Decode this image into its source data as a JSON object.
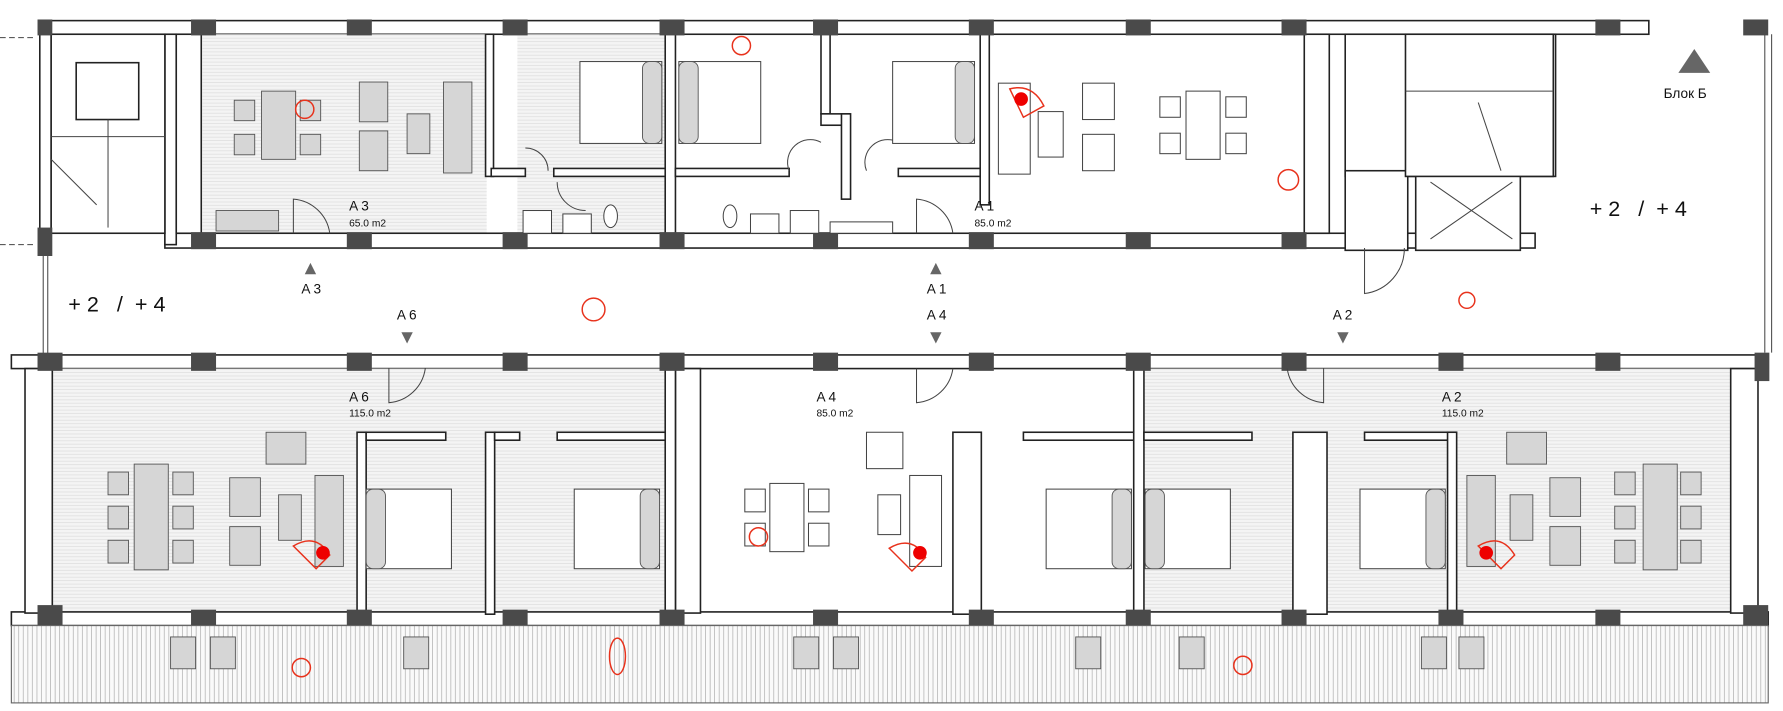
{
  "block": {
    "label": "Блок Б"
  },
  "levels": {
    "left": "+ 2   /  + 4",
    "right": "+ 2   /  + 4"
  },
  "apartments": [
    {
      "id": "A 3",
      "area": "65.0 m2"
    },
    {
      "id": "A 1",
      "area": "85.0 m2"
    },
    {
      "id": "A 6",
      "area": "115.0 m2"
    },
    {
      "id": "A 4",
      "area": "85.0 m2"
    },
    {
      "id": "A 2",
      "area": "115.0 m2"
    }
  ],
  "entrances": [
    {
      "label": "A 3",
      "direction": "up"
    },
    {
      "label": "A 1",
      "direction": "up"
    },
    {
      "label": "A 6",
      "direction": "down"
    },
    {
      "label": "A 4",
      "direction": "down"
    },
    {
      "label": "A 2",
      "direction": "down"
    }
  ],
  "colors": {
    "wall": "#4a4a4a",
    "furniture": "#d6d6d6",
    "person": "#e8321c"
  }
}
